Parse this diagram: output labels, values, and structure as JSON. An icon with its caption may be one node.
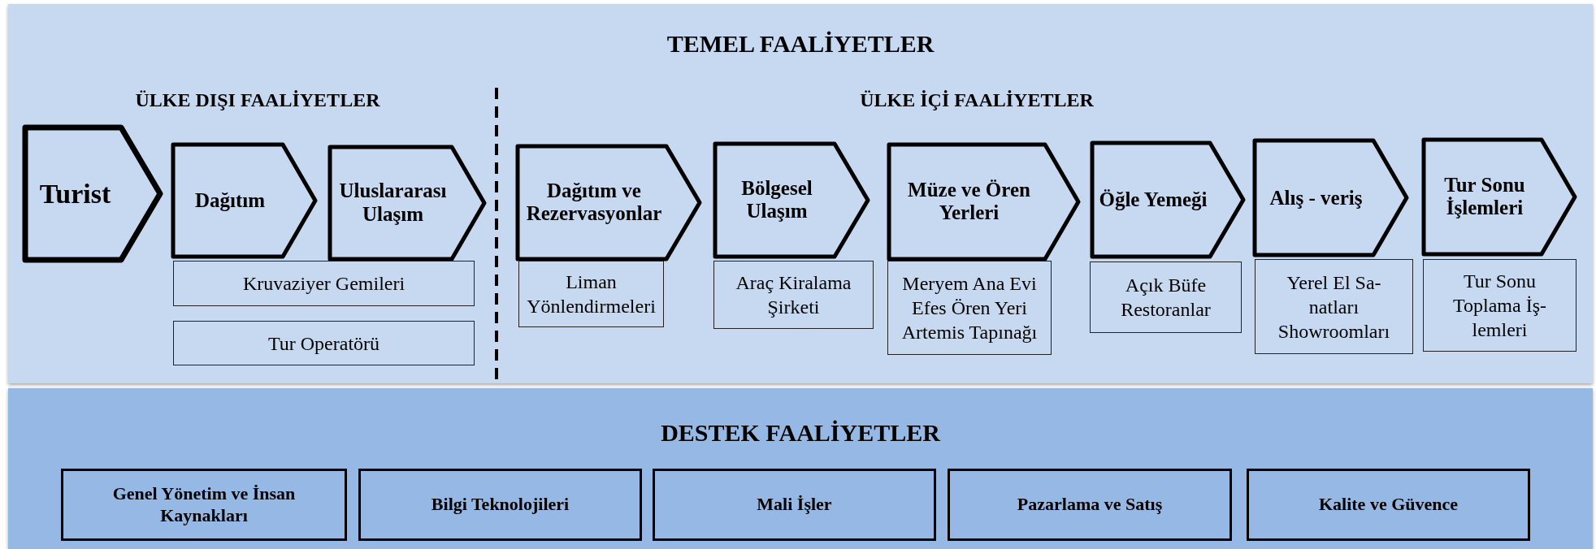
{
  "diagram": {
    "nodes": [
      {
        "text": [
          "TEMEL FAALİYETLER"
        ]
      },
      {
        "text": [
          "Turist"
        ],
        "in": 0
      },
      {
        "text": [
          "Dağıtım"
        ],
        "in": 0
      },
      {
        "text": [
          "Uluslararası Ulaşım"
        ],
        "in": 0
      },
      {
        "text": [
          "Dağıtım ve Rezervasyonlar"
        ],
        "in": 0
      },
      {
        "text": [
          "Bölgesel Ulaşım"
        ],
        "in": 0
      },
      {
        "text": [
          "Müze ve Ören Yerleri"
        ],
        "in": 0
      },
      {
        "text": [
          "Öğle Yemeği"
        ],
        "in": 0
      },
      {
        "text": [
          "Alış - veriş"
        ],
        "in": 0
      },
      {
        "text": [
          "Tur Sonu İşlemleri"
        ],
        "in": 0
      },
      {
        "text": [
          "Kruvaziyer Gemileri"
        ],
        "in": 0
      },
      {
        "text": [
          "Tur Operatörü"
        ],
        "in": 0
      },
      {
        "text": [
          "Liman Yönlendirmeleri"
        ],
        "in": 0
      },
      {
        "text": [
          "Araç Kiralama Şirketi"
        ],
        "in": 0
      },
      {
        "text": [
          "Meryem Ana Evi Efes Ören Yeri Artemis Tapınağı"
        ],
        "in": 0
      },
      {
        "text": [
          "Açık Büfe Restoranlar"
        ],
        "in": 0
      },
      {
        "text": [
          "Yerel El Sa-natları Showroomları"
        ],
        "in": 0
      },
      {
        "text": [
          "Tur Sonu Toplama İş-lemleri"
        ],
        "in": 0
      },
      {
        "text": [
          "DESTEK FAALİYETLER"
        ]
      },
      {
        "text": [
          "Genel Yönetim ve İnsan Kaynakları"
        ],
        "in": 18
      },
      {
        "text": [
          "Bilgi Teknolojileri"
        ],
        "in": 18
      },
      {
        "text": [
          "Mali İşler"
        ],
        "in": 18
      },
      {
        "text": [
          "Pazarlama ve Satış"
        ],
        "in": 18
      },
      {
        "text": [
          "Kalite ve Güvence"
        ],
        "in": 18
      }
    ],
    "labels": [
      "ÜLKE DIŞI FAALİYETLER",
      "ÜLKE İÇİ FAALİYETLER"
    ]
  }
}
